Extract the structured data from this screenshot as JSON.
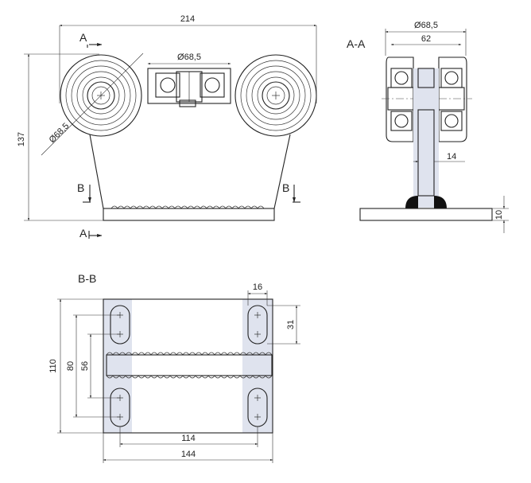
{
  "views": {
    "front": {
      "width_dim": "214",
      "height_dim": "137",
      "wheel_dia": "Ø68,5",
      "bearing_dia": "Ø68,5",
      "section_a": "A",
      "section_b": "B"
    },
    "section_aa": {
      "title": "A-A",
      "outer_dia": "Ø68,5",
      "inner_width": "62",
      "stem_width": "14",
      "plate_thickness": "10"
    },
    "section_bb": {
      "title": "B-B",
      "slot_width": "16",
      "slot_length": "31",
      "plate_height": "110",
      "hole_span_outer": "80",
      "hole_span_inner": "56",
      "hole_span_horizontal": "114",
      "plate_width": "144"
    }
  },
  "colors": {
    "line": "#222222",
    "shade": "#dfe3ee",
    "hatch": "#888888"
  }
}
